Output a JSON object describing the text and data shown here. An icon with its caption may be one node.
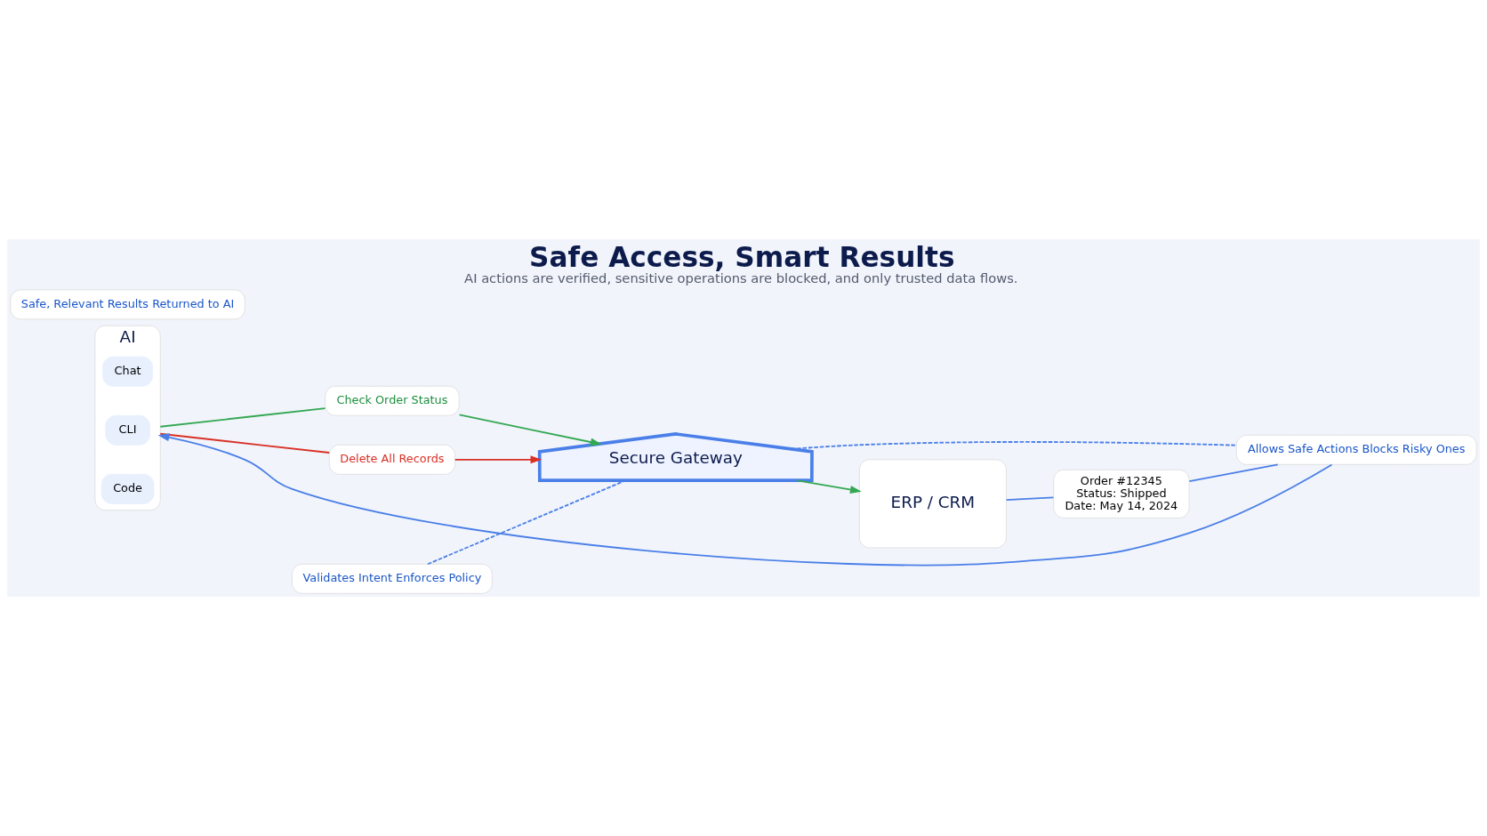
{
  "diagram": {
    "title": "Safe Access, Smart Results",
    "caption": "AI actions are verified, sensitive operations are blocked, and only trusted data flows.",
    "nodes": [
      {
        "text": [
          "AI"
        ]
      },
      {
        "text": [
          "Chat"
        ],
        "in": 0
      },
      {
        "text": [
          "CLI"
        ],
        "in": 0
      },
      {
        "text": [
          "Code"
        ],
        "in": 0
      },
      {
        "text": [
          "Check Order Status"
        ]
      },
      {
        "text": [
          "Delete All Records"
        ]
      },
      {
        "text": [
          "Secure Gateway"
        ]
      },
      {
        "text": [
          "Validates Intent Enforces Policy"
        ]
      },
      {
        "text": [
          "Allows Safe Actions Blocks Risky Ones"
        ]
      },
      {
        "text": [
          "ERP / CRM"
        ]
      },
      {
        "text": [
          "Order #12345",
          "Status: Shipped",
          "Date: May 14, 2024"
        ]
      },
      {
        "text": [
          "Safe, Relevant Results Returned to AI"
        ]
      }
    ],
    "edges": [
      {
        "from": 0,
        "to": 4,
        "arrow": "none",
        "color": "#34a853"
      },
      {
        "from": 4,
        "to": 6,
        "arrow": "to",
        "color": "#34a853"
      },
      {
        "from": 6,
        "to": 9,
        "arrow": "to",
        "color": "#34a853"
      },
      {
        "from": 0,
        "to": 5,
        "arrow": "none",
        "color": "#d93025"
      },
      {
        "from": 5,
        "to": 6,
        "arrow": "to",
        "color": "#d93025"
      },
      {
        "from": 7,
        "to": 6,
        "arrow": "none",
        "style": "dashed",
        "color": "#4a7fe8"
      },
      {
        "from": 6,
        "to": 8,
        "arrow": "none",
        "style": "dashed",
        "color": "#4a7fe8"
      },
      {
        "from": 9,
        "to": 10,
        "arrow": "none",
        "color": "#4a7fe8"
      },
      {
        "from": 10,
        "to": 8,
        "arrow": "none",
        "color": "#4a7fe8"
      },
      {
        "from": 8,
        "to": 0,
        "arrow": "to",
        "color": "#4a7fe8"
      }
    ]
  }
}
